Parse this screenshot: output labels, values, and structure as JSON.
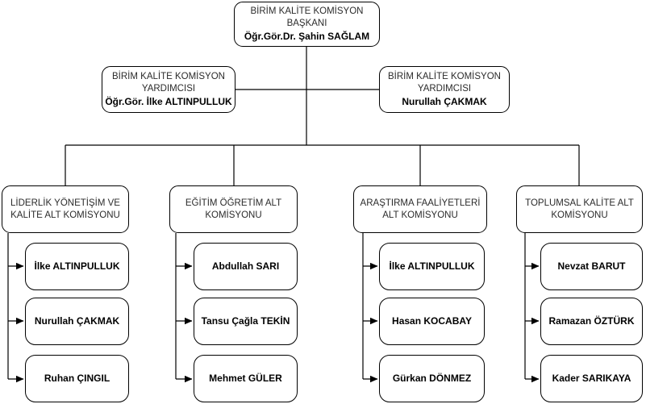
{
  "chart_data": {
    "type": "org-chart",
    "chairman": {
      "title": "BİRİM KALİTE KOMİSYON BAŞKANI",
      "name": "Öğr.Gör.Dr. Şahin SAĞLAM"
    },
    "deputies": [
      {
        "title": "BİRİM KALİTE KOMİSYON YARDIMCISI",
        "name": "Öğr.Gör. İlke ALTINPULLUK"
      },
      {
        "title": "BİRİM KALİTE KOMİSYON YARDIMCISI",
        "name": "Nurullah ÇAKMAK"
      }
    ],
    "subcommittees": [
      {
        "title": "LİDERLİK YÖNETİŞİM VE KALİTE ALT KOMİSYONU",
        "members": [
          "İlke ALTINPULLUK",
          "Nurullah ÇAKMAK",
          "Ruhan ÇINGIL"
        ]
      },
      {
        "title": "EĞİTİM ÖĞRETİM ALT KOMİSYONU",
        "members": [
          "Abdullah SARI",
          "Tansu Çağla TEKİN",
          "Mehmet GÜLER"
        ]
      },
      {
        "title": "ARAŞTIRMA FAALİYETLERİ ALT KOMİSYONU",
        "members": [
          "İlke ALTINPULLUK",
          "Hasan KOCABAY",
          "Gürkan DÖNMEZ"
        ]
      },
      {
        "title": "TOPLUMSAL KALİTE ALT KOMİSYONU",
        "members": [
          "Nevzat BARUT",
          "Ramazan ÖZTÜRK",
          "Kader SARIKAYA"
        ]
      }
    ],
    "colors": {
      "line": "#000000",
      "box_border": "#000000",
      "box_fill": "#ffffff",
      "text": "#000000"
    }
  }
}
